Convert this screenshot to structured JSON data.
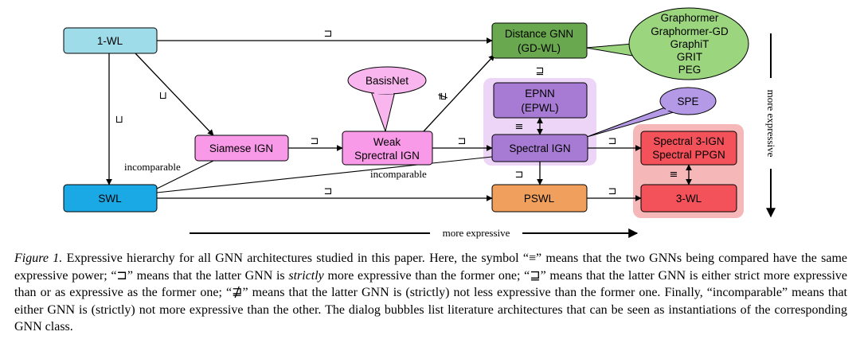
{
  "nodes": {
    "wl1": "1-WL",
    "distance": [
      "Distance GNN",
      "(GD-WL)"
    ],
    "epnn": [
      "EPNN",
      "(EPWL)"
    ],
    "spectral_ign": "Spectral IGN",
    "weak": [
      "Weak",
      "Sprectral IGN"
    ],
    "siamese": "Siamese IGN",
    "swl": "SWL",
    "pswl": "PSWL",
    "spec3": [
      "Spectral 3-IGN",
      "Spectral PPGN"
    ],
    "wl3": "3-WL"
  },
  "bubbles": {
    "graphormer": [
      "Graphormer",
      "Graphormer-GD",
      "GraphiT",
      "GRIT",
      "PEG"
    ],
    "basisnet": "BasisNet",
    "spe": "SPE"
  },
  "relations": {
    "sqsupset": "⊐",
    "sqsupseteq": "⊒",
    "equiv": "≡",
    "not_sqsupseteq": "⋣",
    "incomparable": "incomparable"
  },
  "axes": {
    "horizontal": "more expressive",
    "vertical": "more expressive"
  },
  "caption": {
    "label": "Figure 1.",
    "t1": " Expressive hierarchy for all GNN architectures studied in this paper. Here, the symbol “≡” means that the two GNNs being compared have the same expressive power; “⊐” means that the latter GNN is ",
    "strictly": "strictly",
    "t2": " more expressive than the former one; “⊒” means that the latter GNN is either strict more expressive than or as expressive as the former one; “⋣” means that the latter GNN is (strictly) not less expressive than the former one. Finally, “incomparable” means that either GNN is (strictly) not more expressive than the other. The dialog bubbles list literature architectures that can be seen as instantiations of the corresponding GNN class."
  },
  "colors": {
    "wl1": "#9fdcea",
    "distance": "#6aa84f",
    "purple_node": "#a77bd3",
    "purple_region": "#ecd5f7",
    "pink_node": "#f99ae9",
    "swl": "#1ba9e6",
    "pswl": "#f0a05c",
    "red_node": "#f4525a",
    "red_region": "#f5b7b8",
    "bubble_green": "#9bd67f",
    "bubble_pink": "#f9b6ee",
    "bubble_purple": "#b49ae6"
  }
}
